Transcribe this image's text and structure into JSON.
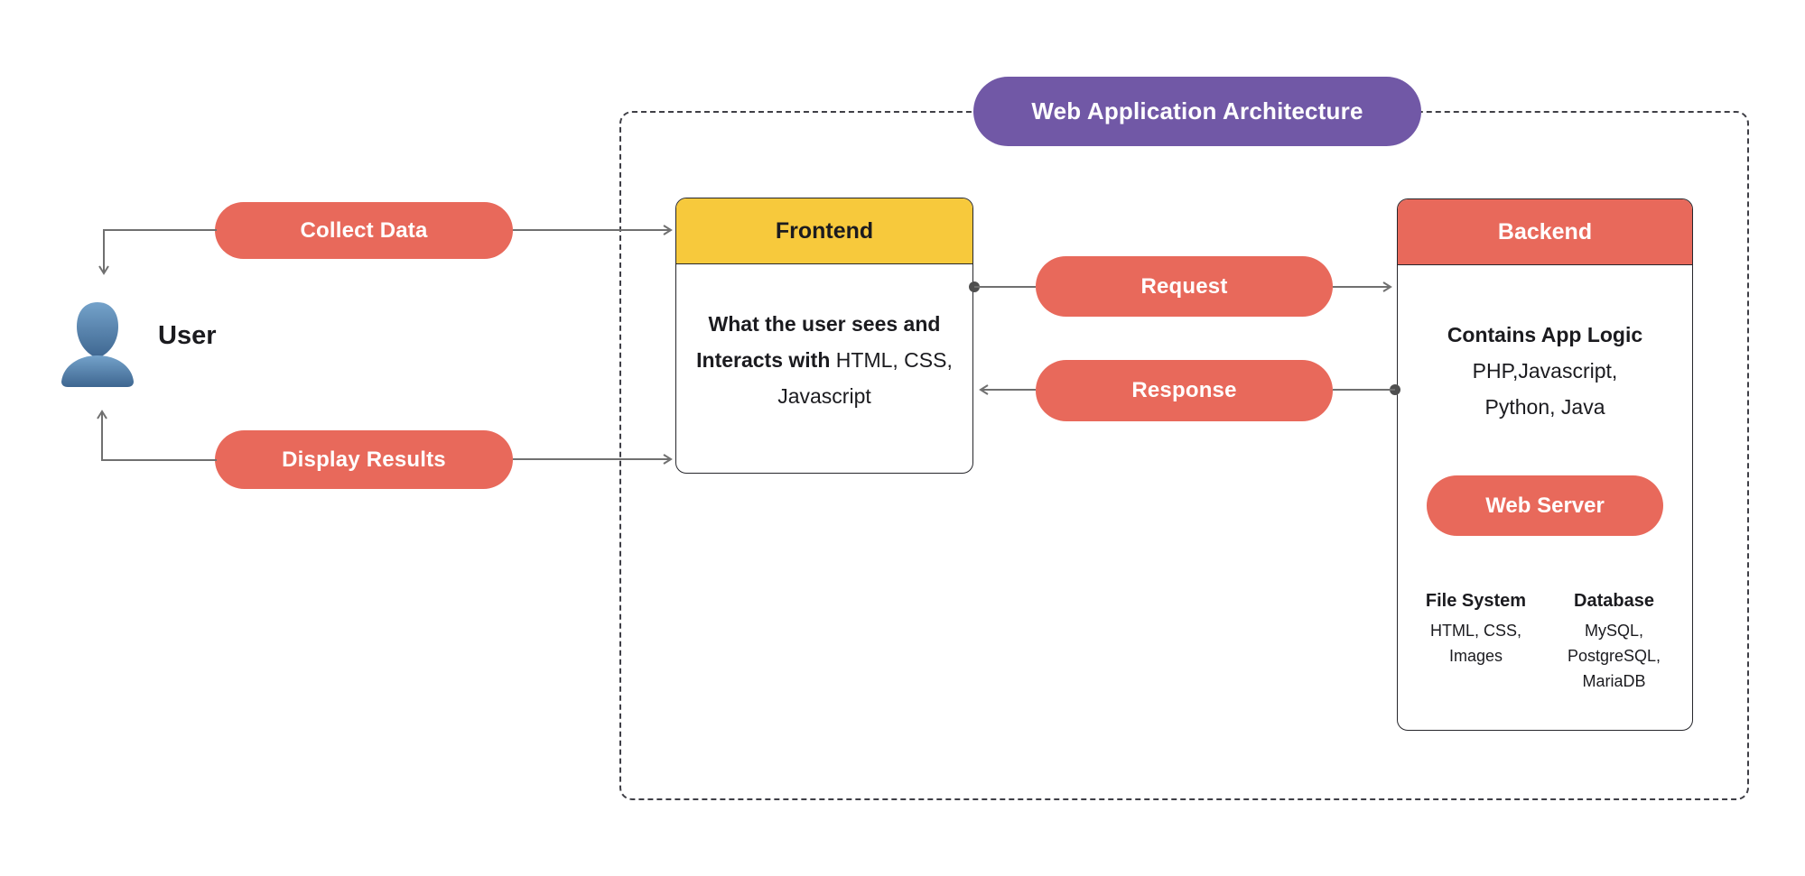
{
  "title": "Web Application Architecture",
  "user": {
    "label": "User"
  },
  "flows": {
    "collect_data": "Collect Data",
    "display_results": "Display Results",
    "request": "Request",
    "response": "Response"
  },
  "frontend": {
    "title": "Frontend",
    "description_bold": "What the user sees and Interacts with",
    "description_regular": " HTML, CSS, Javascript"
  },
  "backend": {
    "title": "Backend",
    "logic_heading": "Contains App Logic",
    "languages": [
      "PHP,Javascript,",
      "Python, Java"
    ],
    "web_server_label": "Web Server",
    "file_system": {
      "heading": "File System",
      "lines": [
        "HTML, CSS,",
        "Images"
      ]
    },
    "database": {
      "heading": "Database",
      "lines": [
        "MySQL,",
        "PostgreSQL,",
        "MariaDB"
      ]
    }
  },
  "colors": {
    "accent_salmon": "#E8695B",
    "accent_yellow": "#F7C93C",
    "accent_purple": "#7158A6",
    "connector_gray": "#707070",
    "connector_dot": "#4f4f4f",
    "user_icon_blue_top": "#74A2CA",
    "user_icon_blue_bottom": "#3E6690"
  }
}
